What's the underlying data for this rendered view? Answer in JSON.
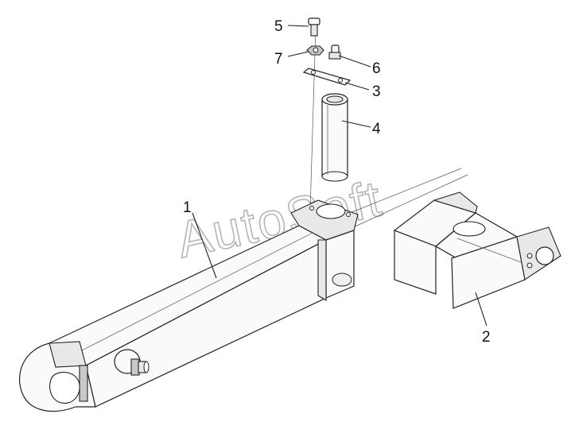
{
  "watermark": "AutoSoft",
  "callouts": [
    {
      "id": "5",
      "text": "5"
    },
    {
      "id": "7",
      "text": "7"
    },
    {
      "id": "6",
      "text": "6"
    },
    {
      "id": "3",
      "text": "3"
    },
    {
      "id": "4",
      "text": "4"
    },
    {
      "id": "1",
      "text": "1"
    },
    {
      "id": "2",
      "text": "2"
    }
  ]
}
